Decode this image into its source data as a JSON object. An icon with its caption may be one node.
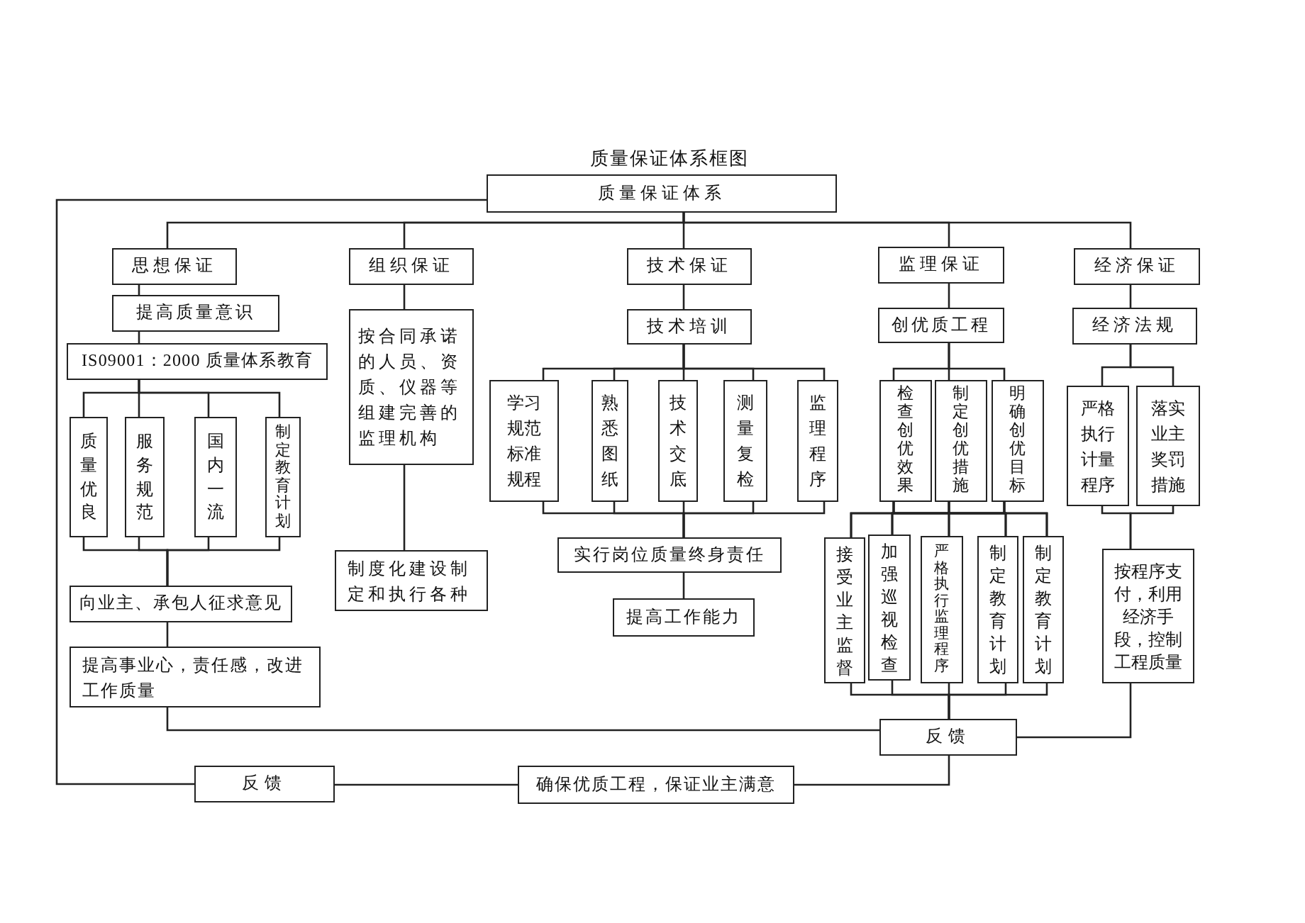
{
  "diagram": {
    "title": "质量保证体系框图",
    "nodes": [
      {
        "text": [
          "质量保证体系"
        ]
      },
      {
        "text": [
          "思想保证"
        ]
      },
      {
        "text": [
          "组织保证"
        ]
      },
      {
        "text": [
          "技术保证"
        ]
      },
      {
        "text": [
          "监理保证"
        ]
      },
      {
        "text": [
          "经济保证"
        ]
      },
      {
        "text": [
          "提高质量意识"
        ]
      },
      {
        "text": [
          "IS09001：2000 质量体系教育"
        ]
      },
      {
        "text": [
          "质量优良"
        ]
      },
      {
        "text": [
          "服务规范"
        ]
      },
      {
        "text": [
          "国内一流"
        ]
      },
      {
        "text": [
          "制定教育计划"
        ]
      },
      {
        "text": [
          "向业主、承包人征求意见"
        ]
      },
      {
        "text": [
          "提高事业心，责任感，改进工作质量"
        ]
      },
      {
        "text": [
          "按合同承诺的人员、资质、仪器等组建完善的监理机构"
        ]
      },
      {
        "text": [
          "制度化建设制定和执行各种"
        ]
      },
      {
        "text": [
          "技术培训"
        ]
      },
      {
        "text": [
          "学习规范标准规程"
        ]
      },
      {
        "text": [
          "熟悉图纸"
        ]
      },
      {
        "text": [
          "技术交底"
        ]
      },
      {
        "text": [
          "测量复检"
        ]
      },
      {
        "text": [
          "监理程序"
        ]
      },
      {
        "text": [
          "实行岗位质量终身责任"
        ]
      },
      {
        "text": [
          "提高工作能力"
        ]
      },
      {
        "text": [
          "创优质工程"
        ]
      },
      {
        "text": [
          "检查创优效果"
        ]
      },
      {
        "text": [
          "制定创优措施"
        ]
      },
      {
        "text": [
          "明确创优目标"
        ]
      },
      {
        "text": [
          "接受业主监督"
        ]
      },
      {
        "text": [
          "加强巡视检查"
        ]
      },
      {
        "text": [
          "严格执行监理程序"
        ]
      },
      {
        "text": [
          "制定教育计划"
        ]
      },
      {
        "text": [
          "制定教育计划"
        ]
      },
      {
        "text": [
          "经济法规"
        ]
      },
      {
        "text": [
          "严格执行计量程序"
        ]
      },
      {
        "text": [
          "落实业主奖罚措施"
        ]
      },
      {
        "text": [
          "按程序支付，利用经济手段，控制工程质量"
        ]
      },
      {
        "text": [
          "反馈"
        ]
      },
      {
        "text": [
          "反馈"
        ]
      },
      {
        "text": [
          "确保优质工程，保证业主满意"
        ]
      }
    ],
    "edges": [
      {
        "from": 0,
        "to": 1,
        "arrow": "none"
      },
      {
        "from": 0,
        "to": 2,
        "arrow": "none"
      },
      {
        "from": 0,
        "to": 3,
        "arrow": "none"
      },
      {
        "from": 0,
        "to": 4,
        "arrow": "none"
      },
      {
        "from": 0,
        "to": 5,
        "arrow": "none"
      },
      {
        "from": 1,
        "to": 6,
        "arrow": "none"
      },
      {
        "from": 6,
        "to": 7,
        "arrow": "none"
      },
      {
        "from": 7,
        "to": 8,
        "arrow": "none"
      },
      {
        "from": 7,
        "to": 9,
        "arrow": "none"
      },
      {
        "from": 7,
        "to": 10,
        "arrow": "none"
      },
      {
        "from": 7,
        "to": 11,
        "arrow": "none"
      },
      {
        "from": 8,
        "to": 12,
        "arrow": "none"
      },
      {
        "from": 9,
        "to": 12,
        "arrow": "none"
      },
      {
        "from": 10,
        "to": 12,
        "arrow": "none"
      },
      {
        "from": 11,
        "to": 12,
        "arrow": "none"
      },
      {
        "from": 12,
        "to": 13,
        "arrow": "none"
      },
      {
        "from": 2,
        "to": 14,
        "arrow": "none"
      },
      {
        "from": 14,
        "to": 15,
        "arrow": "none"
      },
      {
        "from": 3,
        "to": 16,
        "arrow": "none"
      },
      {
        "from": 16,
        "to": 17,
        "arrow": "none"
      },
      {
        "from": 16,
        "to": 18,
        "arrow": "none"
      },
      {
        "from": 16,
        "to": 19,
        "arrow": "none"
      },
      {
        "from": 16,
        "to": 20,
        "arrow": "none"
      },
      {
        "from": 16,
        "to": 21,
        "arrow": "none"
      },
      {
        "from": 17,
        "to": 22,
        "arrow": "none"
      },
      {
        "from": 18,
        "to": 22,
        "arrow": "none"
      },
      {
        "from": 19,
        "to": 22,
        "arrow": "none"
      },
      {
        "from": 20,
        "to": 22,
        "arrow": "none"
      },
      {
        "from": 21,
        "to": 22,
        "arrow": "none"
      },
      {
        "from": 22,
        "to": 23,
        "arrow": "none"
      },
      {
        "from": 4,
        "to": 24,
        "arrow": "none"
      },
      {
        "from": 24,
        "to": 25,
        "arrow": "none"
      },
      {
        "from": 24,
        "to": 26,
        "arrow": "none"
      },
      {
        "from": 24,
        "to": 27,
        "arrow": "none"
      },
      {
        "from": 25,
        "to": 28,
        "arrow": "none"
      },
      {
        "from": 25,
        "to": 29,
        "arrow": "none"
      },
      {
        "from": 25,
        "to": 30,
        "arrow": "none"
      },
      {
        "from": 25,
        "to": 31,
        "arrow": "none"
      },
      {
        "from": 25,
        "to": 32,
        "arrow": "none"
      },
      {
        "from": 26,
        "to": 28,
        "arrow": "none"
      },
      {
        "from": 26,
        "to": 29,
        "arrow": "none"
      },
      {
        "from": 26,
        "to": 30,
        "arrow": "none"
      },
      {
        "from": 26,
        "to": 31,
        "arrow": "none"
      },
      {
        "from": 26,
        "to": 32,
        "arrow": "none"
      },
      {
        "from": 27,
        "to": 28,
        "arrow": "none"
      },
      {
        "from": 27,
        "to": 29,
        "arrow": "none"
      },
      {
        "from": 27,
        "to": 30,
        "arrow": "none"
      },
      {
        "from": 27,
        "to": 31,
        "arrow": "none"
      },
      {
        "from": 27,
        "to": 32,
        "arrow": "none"
      },
      {
        "from": 28,
        "to": 37,
        "arrow": "none"
      },
      {
        "from": 29,
        "to": 37,
        "arrow": "none"
      },
      {
        "from": 30,
        "to": 37,
        "arrow": "none"
      },
      {
        "from": 31,
        "to": 37,
        "arrow": "none"
      },
      {
        "from": 32,
        "to": 37,
        "arrow": "none"
      },
      {
        "from": 5,
        "to": 33,
        "arrow": "none"
      },
      {
        "from": 33,
        "to": 34,
        "arrow": "none"
      },
      {
        "from": 33,
        "to": 35,
        "arrow": "none"
      },
      {
        "from": 34,
        "to": 36,
        "arrow": "none"
      },
      {
        "from": 35,
        "to": 36,
        "arrow": "none"
      },
      {
        "from": 13,
        "to": 37,
        "arrow": "none"
      },
      {
        "from": 36,
        "to": 37,
        "arrow": "none"
      },
      {
        "from": 37,
        "to": 39,
        "arrow": "none"
      },
      {
        "from": 39,
        "to": 38,
        "arrow": "none"
      },
      {
        "from": 38,
        "to": 0,
        "arrow": "none"
      }
    ]
  }
}
